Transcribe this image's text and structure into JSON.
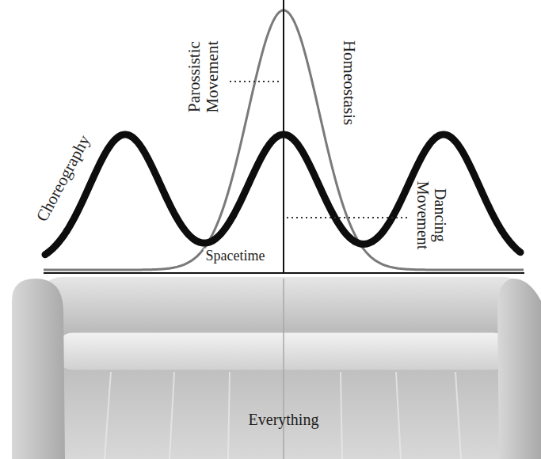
{
  "diagram": {
    "labels": [
      "Choreography",
      "Parossistic Movement",
      "Homeostasis",
      "Dancing Movement",
      "Spacetime",
      "Everything"
    ]
  }
}
